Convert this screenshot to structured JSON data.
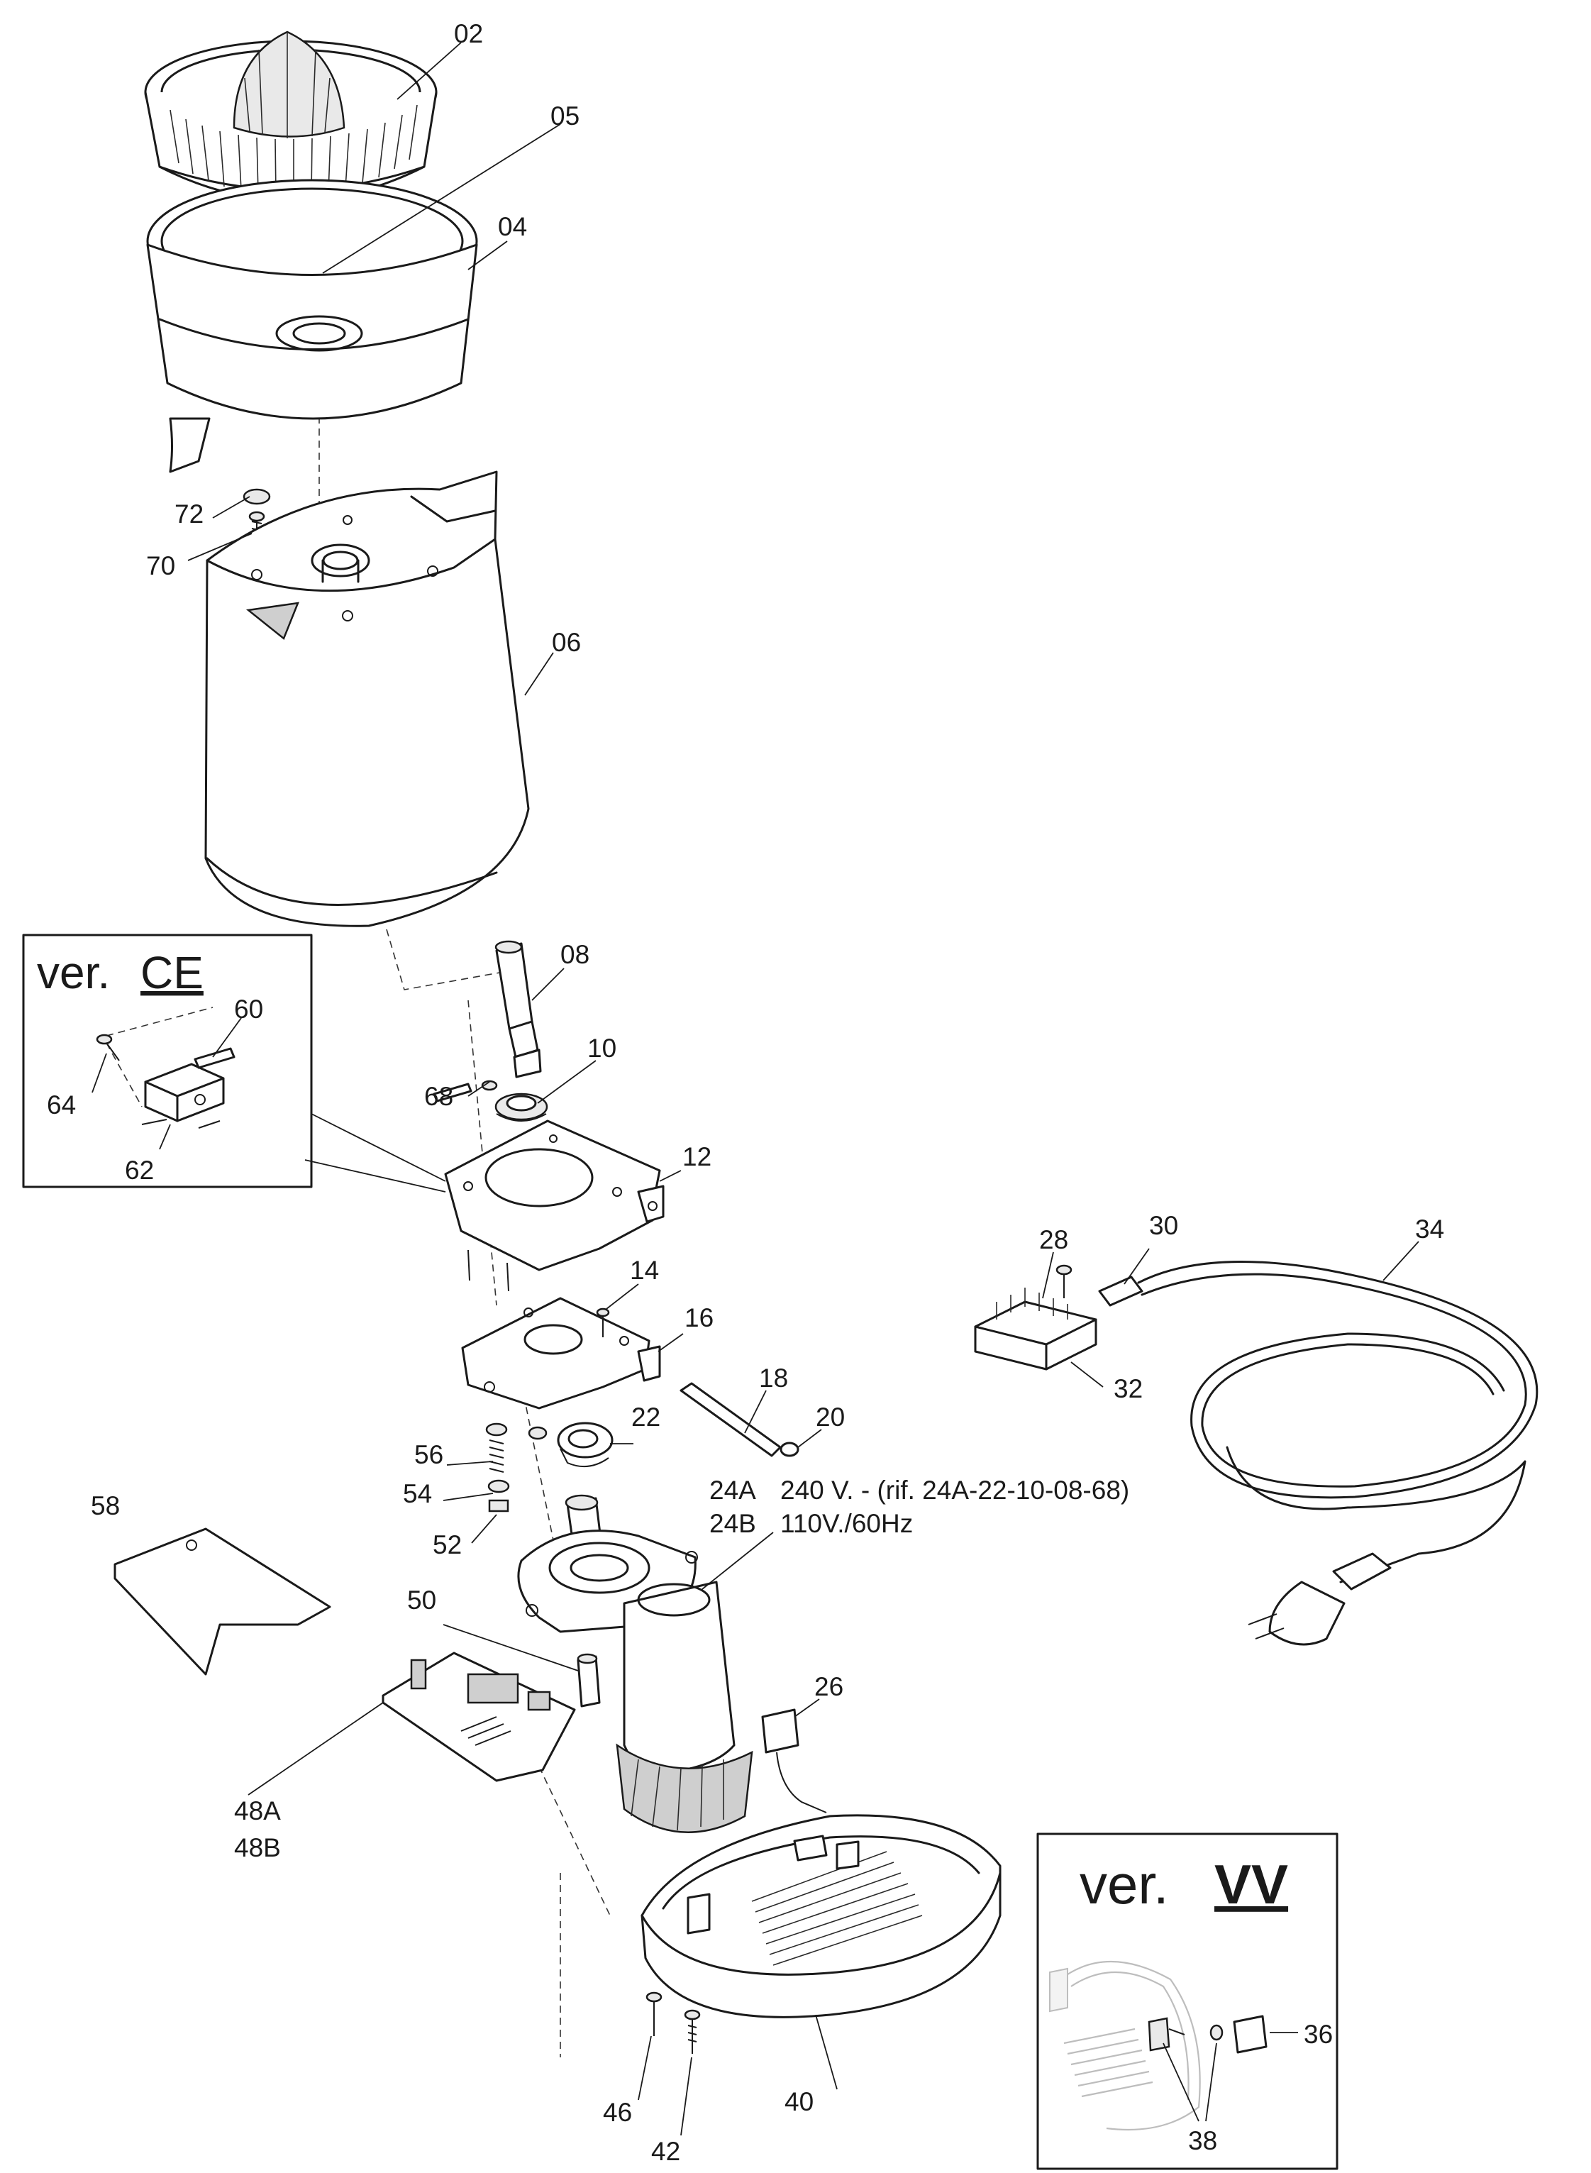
{
  "callouts": {
    "p02": "02",
    "p04": "04",
    "p05": "05",
    "p06": "06",
    "p08": "08",
    "p10": "10",
    "p12": "12",
    "p14": "14",
    "p16": "16",
    "p18": "18",
    "p20": "20",
    "p22": "22",
    "p26": "26",
    "p28": "28",
    "p30": "30",
    "p32": "32",
    "p34": "34",
    "p36": "36",
    "p38": "38",
    "p40": "40",
    "p42": "42",
    "p46": "46",
    "p48a": "48A",
    "p48b": "48B",
    "p50": "50",
    "p52": "52",
    "p54": "54",
    "p56": "56",
    "p58": "58",
    "p60": "60",
    "p62": "62",
    "p64": "64",
    "p68": "68",
    "p70": "70",
    "p72": "72"
  },
  "motor_note": {
    "line1_code": "24A",
    "line1_text": "240 V. - (rif. 24A-22-10-08-68)",
    "line2_code": "24B",
    "line2_text": "110V./60Hz"
  },
  "inset_ce": {
    "prefix": "ver.",
    "code": "CE"
  },
  "inset_vv": {
    "prefix": "ver.",
    "code": "VV"
  },
  "colors": {
    "line": "#1a1a1a",
    "background": "#ffffff",
    "shade": "#cfcfcf"
  }
}
